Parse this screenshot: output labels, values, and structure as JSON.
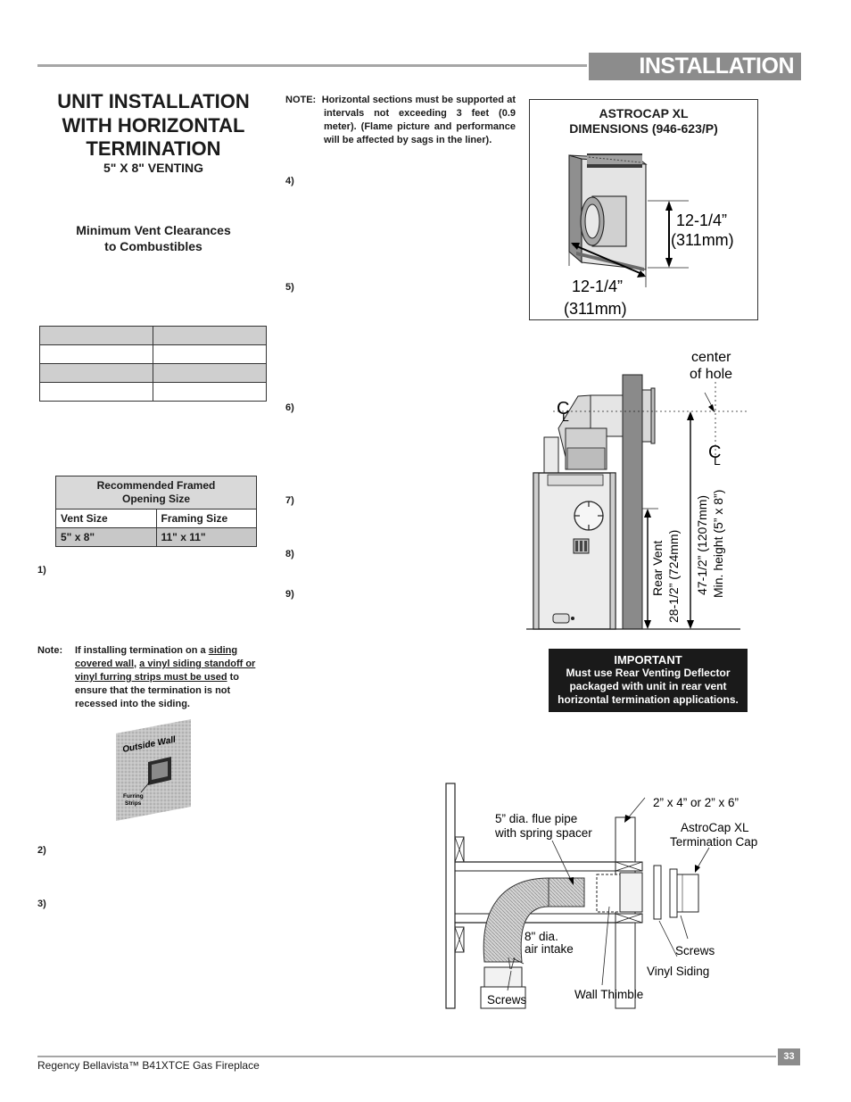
{
  "header": {
    "section": "INSTALLATION"
  },
  "title": {
    "line1": "UNIT INSTALLATION",
    "line2": "WITH HORIZONTAL",
    "line3": "TERMINATION",
    "subtitle": "5\" X 8\" VENTING"
  },
  "clearances": {
    "line1": "Minimum Vent Clearances",
    "line2": "to Combustibles"
  },
  "framing_table": {
    "header_line1": "Recommended Framed",
    "header_line2": "Opening Size",
    "col1": "Vent Size",
    "col2": "Framing Size",
    "row_vent": "5\" x 8\"",
    "row_frame": "11\" x 11\""
  },
  "steps": {
    "s1": "1)",
    "s2": "2)",
    "s3": "3)",
    "s4": "4)",
    "s5": "5)",
    "s6": "6)",
    "s7": "7)",
    "s8": "8)",
    "s9": "9)"
  },
  "siding_note": {
    "label": "Note:",
    "t1": "If installing termination on a ",
    "u1": "siding covered wall,",
    "t2": " ",
    "u2": "a vinyl siding standoff or vinyl furring strips must be used",
    "t3": " to ensure that the termination is not recessed into the siding."
  },
  "outside_wall": {
    "label": "Outside Wall",
    "furring1": "Furring",
    "furring2": "Strips"
  },
  "horizontal_note": {
    "label": "NOTE:",
    "text": "Horizontal sections must be supported at intervals not exceeding 3 feet (0.9 meter). (Flame picture and performance will be affected by sags in the liner)."
  },
  "astrocap": {
    "title1": "ASTROCAP XL",
    "title2": "DIMENSIONS (946-623/P)",
    "dim_a1": "12-1/4”",
    "dim_a2": "(311mm)",
    "dim_b1": "12-1/4”",
    "dim_b2": "(311mm)"
  },
  "side_view": {
    "center1": "center",
    "center2": "of hole",
    "cl1": "C",
    "cl1_sub": "L",
    "cl2": "C",
    "cl2_sub": "L",
    "rear1": "Rear Vent",
    "rear2": "28-1/2” (724mm)",
    "min1": "47-1/2” (1207mm)",
    "min2": "Min.  height (5” x 8”)"
  },
  "important": {
    "heading": "IMPORTANT",
    "l1": "Must use Rear Venting Deflector",
    "l2": "packaged with unit in rear vent",
    "l3": "horizontal termination applications."
  },
  "vent_diagram": {
    "flue1": "5” dia. flue pipe",
    "flue2": "with spring spacer",
    "stud": "2” x 4” or 2” x 6”",
    "cap1": "AstroCap XL",
    "cap2": "Termination Cap",
    "intake1": "8\" dia.",
    "intake2": "air intake",
    "screws_right": "Screws",
    "vinyl": "Vinyl Siding",
    "thimble": "Wall Thimble",
    "screws_left": "Screws"
  },
  "footer": {
    "product": "Regency Bellavista™ B41XTCE Gas Fireplace",
    "page": "33"
  }
}
